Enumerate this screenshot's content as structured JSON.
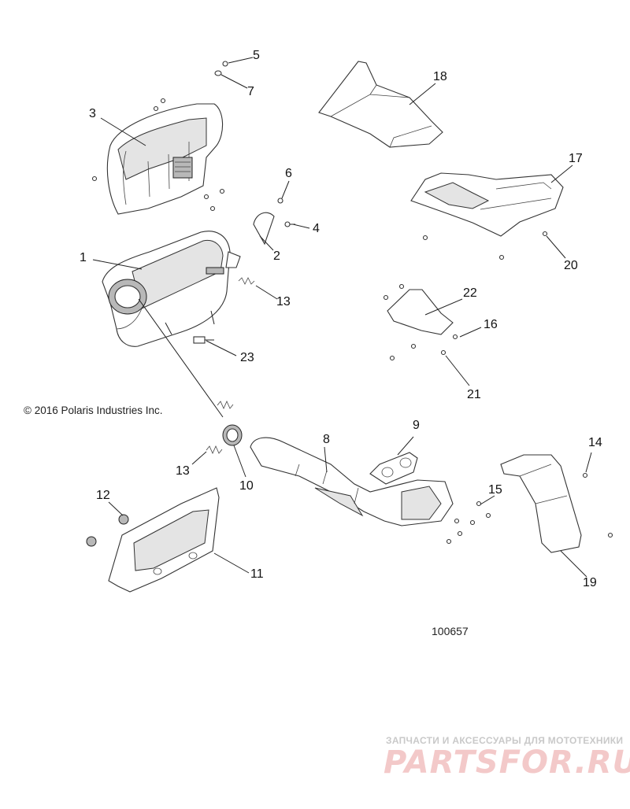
{
  "callouts": [
    {
      "id": "c1",
      "text": "1"
    },
    {
      "id": "c2",
      "text": "2"
    },
    {
      "id": "c3",
      "text": "3"
    },
    {
      "id": "c4",
      "text": "4"
    },
    {
      "id": "c5",
      "text": "5"
    },
    {
      "id": "c6",
      "text": "6"
    },
    {
      "id": "c7",
      "text": "7"
    },
    {
      "id": "c8",
      "text": "8"
    },
    {
      "id": "c9",
      "text": "9"
    },
    {
      "id": "c10",
      "text": "10"
    },
    {
      "id": "c11",
      "text": "11"
    },
    {
      "id": "c12",
      "text": "12"
    },
    {
      "id": "c13a",
      "text": "13"
    },
    {
      "id": "c13b",
      "text": "13"
    },
    {
      "id": "c14",
      "text": "14"
    },
    {
      "id": "c15",
      "text": "15"
    },
    {
      "id": "c16",
      "text": "16"
    },
    {
      "id": "c17",
      "text": "17"
    },
    {
      "id": "c18",
      "text": "18"
    },
    {
      "id": "c19",
      "text": "19"
    },
    {
      "id": "c20",
      "text": "20"
    },
    {
      "id": "c21",
      "text": "21"
    },
    {
      "id": "c22",
      "text": "22"
    },
    {
      "id": "c23",
      "text": "23"
    }
  ],
  "copyright": "© 2016 Polaris Industries Inc.",
  "figure_number": "100657",
  "watermark": {
    "tagline": "ЗАПЧАСТИ И АКСЕССУАРЫ ДЛЯ МОТОТЕХНИКИ",
    "logo": "PARTSFOR.RU"
  }
}
